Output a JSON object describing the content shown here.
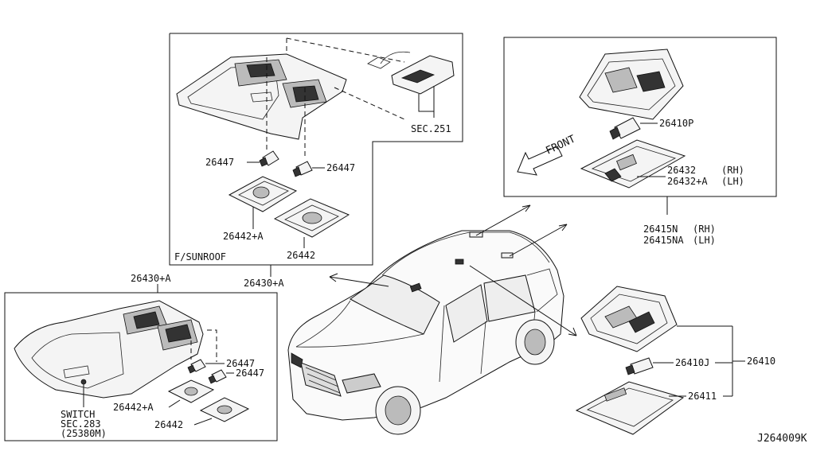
{
  "diagram_code": "J264009K",
  "panel_sunroof": {
    "tag": "F/SUNROOF",
    "label_sec": "SEC.251",
    "bulb_left": "26447",
    "bulb_right": "26447",
    "lens_a": "26442+A",
    "lens": "26442",
    "assembly": "26430+A"
  },
  "panel_map_lamp": {
    "assembly": "26430+A",
    "bulb_1": "26447",
    "bulb_2": "26447",
    "lens_a": "26442+A",
    "lens": "26442",
    "switch_line1": "SWITCH",
    "switch_line2": "SEC.283",
    "switch_line3": "(25380M)"
  },
  "panel_rear": {
    "front_label": "FRONT",
    "bulb": "26410P",
    "lens_rh": "26432",
    "lens_rh_side": "(RH)",
    "lens_lh": "26432+A",
    "lens_lh_side": "(LH)",
    "assembly_rh": "26415N",
    "assembly_rh_side": "(RH)",
    "assembly_lh": "26415NA",
    "assembly_lh_side": "(LH)"
  },
  "panel_room": {
    "assembly": "26410",
    "bulb": "26410J",
    "lens": "26411"
  }
}
